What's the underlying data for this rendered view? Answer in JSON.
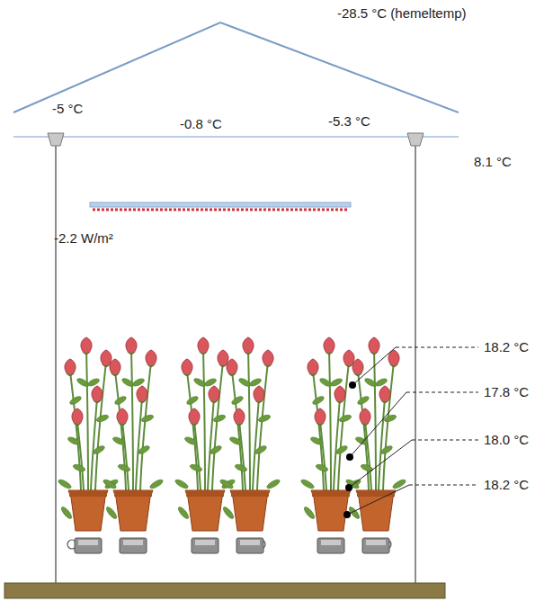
{
  "diagram": {
    "labels": [
      "-28.5 °C (hemeltemp)",
      "-5 °C",
      "-0.8 °C",
      "-5.3 °C",
      "8.1 °C",
      "-2.2 W/m²",
      "18.2 °C",
      "17.8 °C",
      "18.0 °C",
      "18.2 °C"
    ]
  }
}
